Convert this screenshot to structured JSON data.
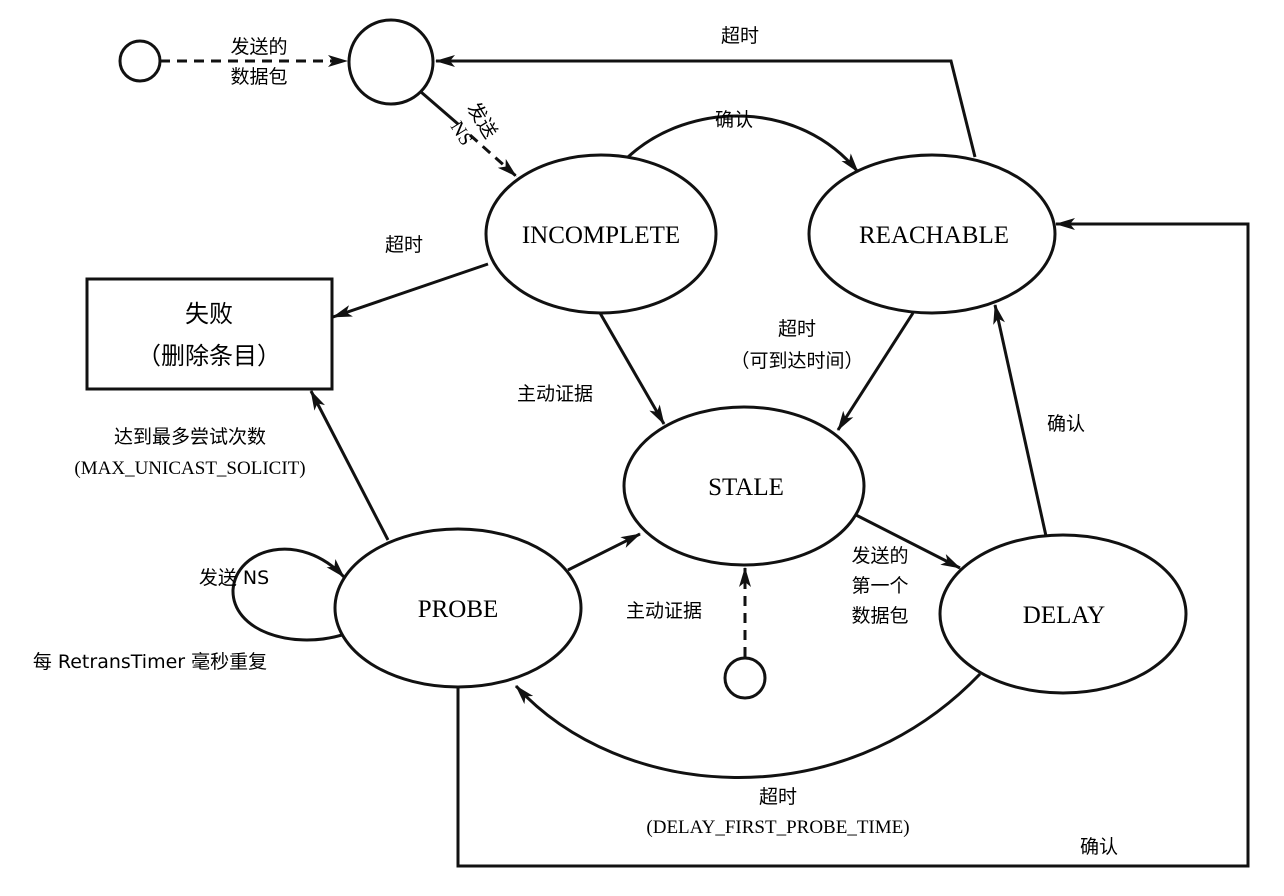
{
  "states": {
    "incomplete": "INCOMPLETE",
    "reachable": "REACHABLE",
    "stale": "STALE",
    "probe": "PROBE",
    "delay": "DELAY"
  },
  "failure_box": {
    "line1": "失败",
    "line2": "（删除条目）"
  },
  "labels": {
    "sent_packet_1": "发送的",
    "sent_packet_2": "数据包",
    "send_ns_1": "发送",
    "send_ns_2": "NS",
    "timeout_top": "超时",
    "confirm_top": "确认",
    "timeout_incomplete": "超时",
    "proactive_incomplete": "主动证据",
    "timeout_reachable_1": "超时",
    "timeout_reachable_2": "（可到达时间）",
    "confirm_delay": "确认",
    "max_attempts_1": "达到最多尝试次数",
    "max_attempts_2": "(MAX_UNICAST_SOLICIT)",
    "probe_loop_send": "发送 NS",
    "probe_loop_repeat": "每 RetransTimer 毫秒重复",
    "proactive_probe": "主动证据",
    "first_packet_1": "发送的",
    "first_packet_2": "第一个",
    "first_packet_3": "数据包",
    "timeout_delay_1": "超时",
    "timeout_delay_2": "(DELAY_FIRST_PROBE_TIME)",
    "confirm_bottom": "确认"
  }
}
